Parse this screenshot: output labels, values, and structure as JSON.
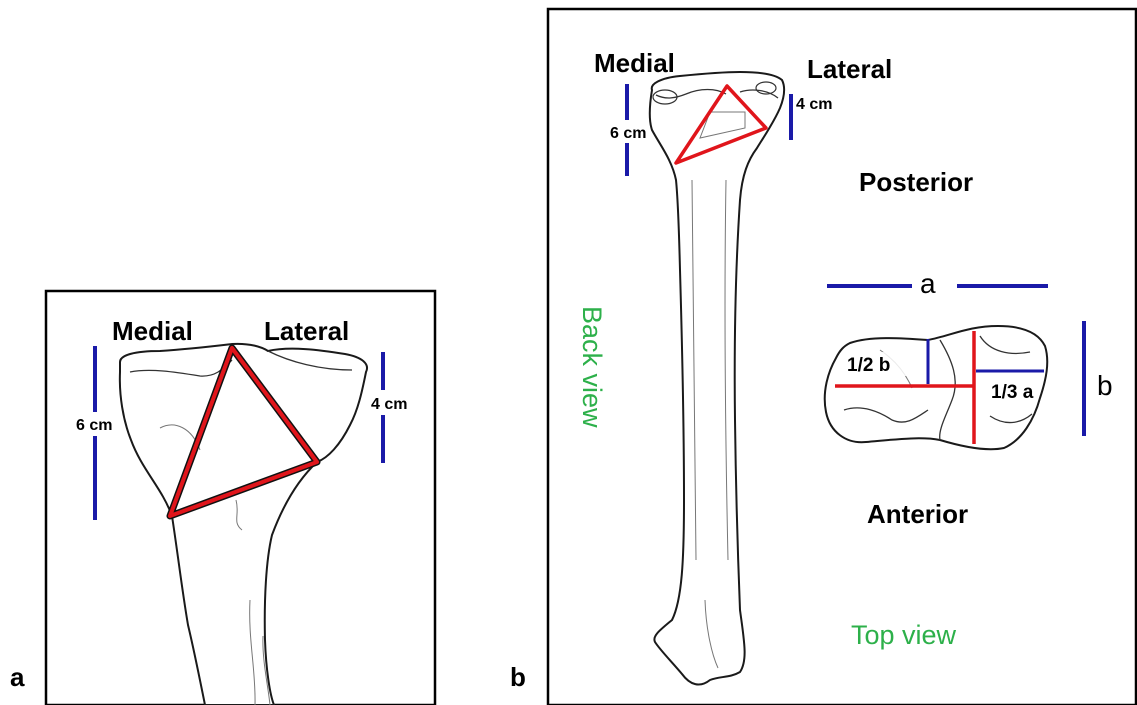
{
  "panel_a": {
    "letter": "a",
    "medial": "Medial",
    "lateral": "Lateral",
    "medial_length": "6 cm",
    "lateral_length": "4 cm"
  },
  "panel_b": {
    "letter": "b",
    "medial": "Medial",
    "lateral": "Lateral",
    "medial_length": "6 cm",
    "lateral_length": "4 cm",
    "back_view": "Back view",
    "posterior": "Posterior",
    "anterior": "Anterior",
    "top_view": "Top view",
    "dim_a": "a",
    "dim_b": "b",
    "half_b": "1/2 b",
    "third_a": "1/3 a"
  },
  "colors": {
    "triangle": "#e0151b",
    "guides": "#1a1aa8",
    "view_labels": "#2db04a",
    "frame": "#000000"
  }
}
